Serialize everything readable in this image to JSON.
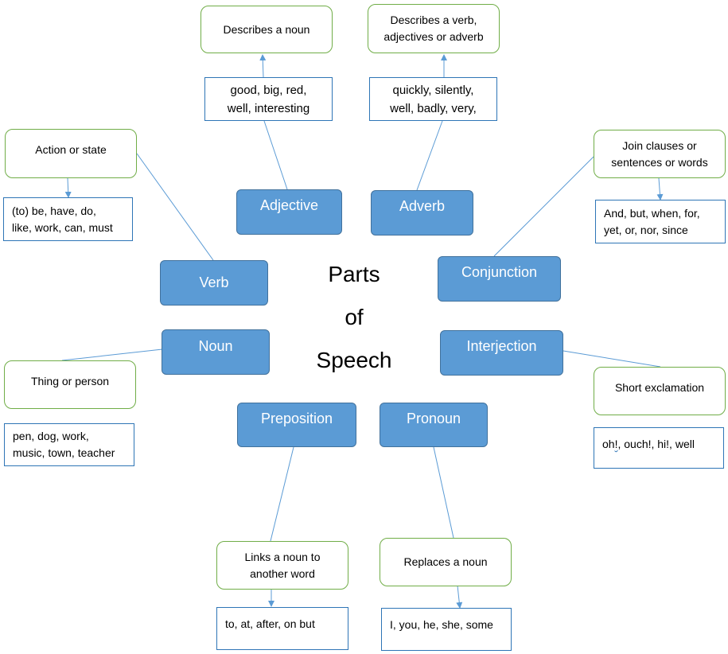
{
  "center": {
    "line1": "Parts",
    "line2": "of",
    "line3": "Speech"
  },
  "colors": {
    "node_fill": "#5b9bd5",
    "node_border": "#41719c",
    "definition_border": "#70ad47",
    "example_border": "#2e75b6",
    "connector": "#5b9bd5"
  },
  "adjective": {
    "label": "Adjective",
    "definition": "Describes a noun",
    "examples_line1": "good, big, red,",
    "examples_line2": "well, interesting"
  },
  "adverb": {
    "label": "Adverb",
    "definition_line1": "Describes a verb,",
    "definition_line2": "adjectives or adverb",
    "examples_line1": "quickly, silently,",
    "examples_line2": "well, badly, very,"
  },
  "verb": {
    "label": "Verb",
    "definition": "Action or state",
    "examples_line1": "(to) be, have, do,",
    "examples_line2": "like, work, can, must"
  },
  "conjunction": {
    "label": "Conjunction",
    "definition_line1": "Join clauses or",
    "definition_line2": "sentences or words",
    "examples_line1": "And, but, when, for,",
    "examples_line2": "yet, or, nor, since"
  },
  "noun": {
    "label": "Noun",
    "definition": "Thing or person",
    "examples_line1": "pen, dog, work,",
    "examples_line2": "music, town, teacher"
  },
  "interjection": {
    "label": "Interjection",
    "definition": "Short exclamation",
    "examples_part1": "oh",
    "examples_part2": "!",
    "examples_part3": ", ouch!, hi!, well"
  },
  "preposition": {
    "label": "Preposition",
    "definition_line1": "Links a noun to",
    "definition_line2": "another word",
    "examples": "to, at, after, on but"
  },
  "pronoun": {
    "label": "Pronoun",
    "definition": "Replaces a noun",
    "examples": "I, you, he, she, some"
  }
}
